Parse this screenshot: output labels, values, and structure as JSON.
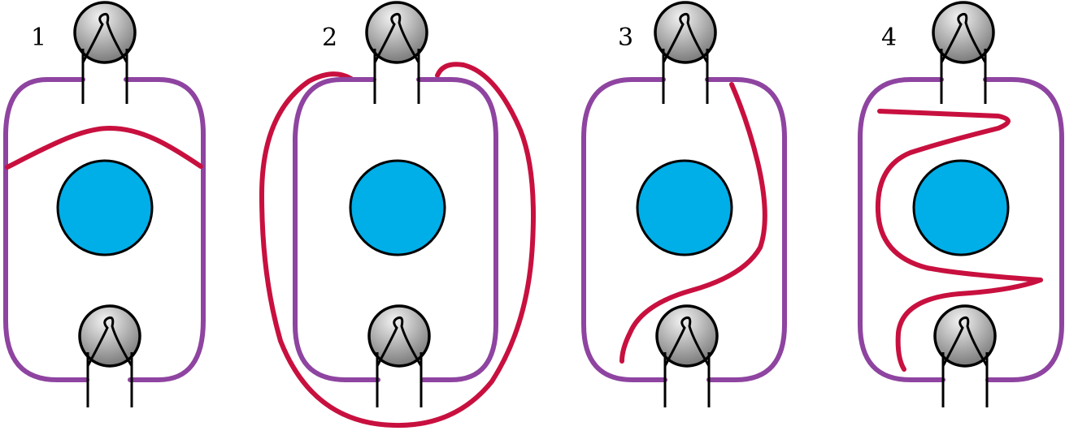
{
  "colors": {
    "loop": "#8e44a0",
    "wire": "#c8103f",
    "center_disc": "#00aee8",
    "outline": "#000000",
    "bulb_light": "#f2f2f2",
    "bulb_dark": "#6b6b6b",
    "background": "#ffffff"
  },
  "panels": [
    {
      "label": "1"
    },
    {
      "label": "2"
    },
    {
      "label": "3"
    },
    {
      "label": "4"
    }
  ],
  "icons": {
    "bulb": "light-bulb-icon"
  }
}
